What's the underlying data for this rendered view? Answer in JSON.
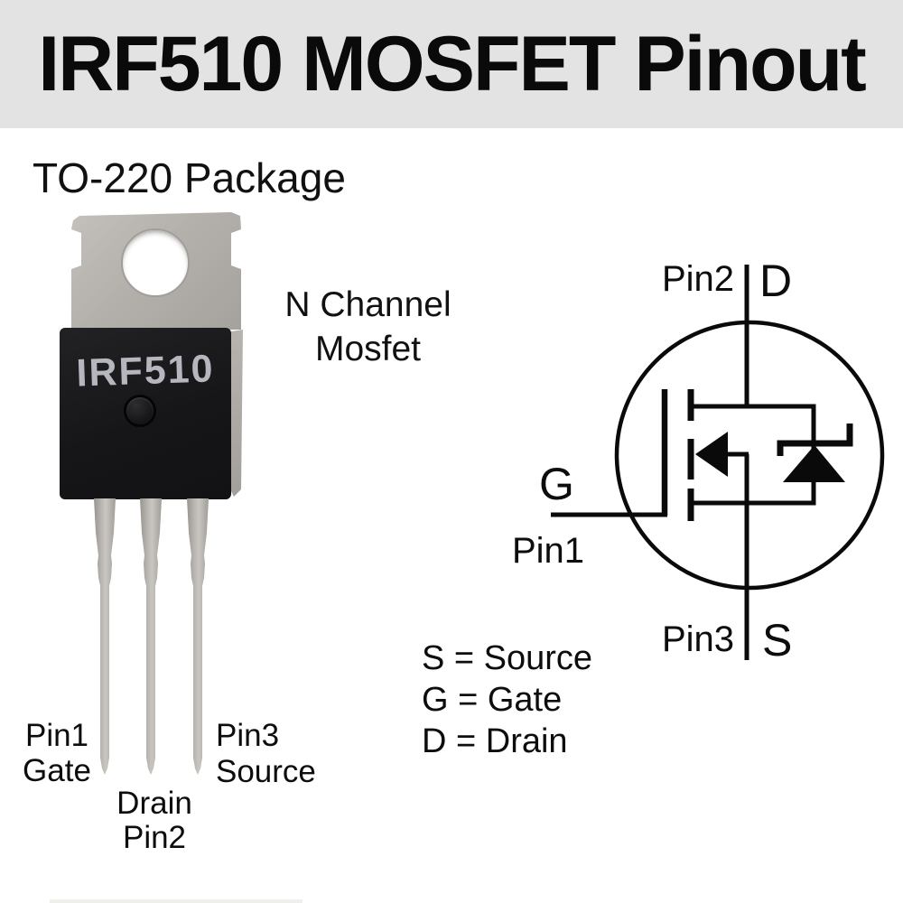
{
  "title": "IRF510 MOSFET Pinout",
  "package": {
    "label": "TO-220 Package",
    "part_number": "IRF510",
    "device_type": {
      "line1": "N Channel",
      "line2": "Mosfet"
    },
    "pins": {
      "pin1": {
        "number": "Pin1",
        "name": "Gate"
      },
      "pin2": {
        "number": "Pin2",
        "name": "Drain"
      },
      "pin3": {
        "number": "Pin3",
        "name": "Source"
      }
    }
  },
  "schematic": {
    "drain": {
      "pin": "Pin2",
      "letter": "D"
    },
    "gate": {
      "pin": "Pin1",
      "letter": "G"
    },
    "source": {
      "pin": "Pin3",
      "letter": "S"
    },
    "legend": [
      "S = Source",
      "G = Gate",
      "D = Drain"
    ]
  },
  "colors": {
    "banner_background": "#e3e3e3",
    "text": "#0d0d0d",
    "package_body": "#18181a",
    "package_marking": "#b6b6be",
    "metal_tab": "#b4b0ab",
    "leads": "#aaa6a1",
    "symbol_stroke": "#0a0a0a"
  }
}
